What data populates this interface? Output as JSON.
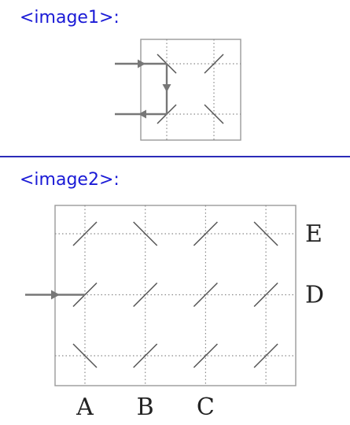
{
  "panels": {
    "first": {
      "label": "<image1>:",
      "grid": {
        "rows": 2,
        "cols": 2
      },
      "mirrors": [
        {
          "row": 0,
          "col": 0,
          "orientation": "backslash"
        },
        {
          "row": 0,
          "col": 1,
          "orientation": "slash"
        },
        {
          "row": 1,
          "col": 0,
          "orientation": "slash"
        },
        {
          "row": 1,
          "col": 1,
          "orientation": "backslash"
        }
      ],
      "beam": {
        "entry": "left",
        "entry_row": 0,
        "exit": "left",
        "exit_row": 1
      }
    },
    "second": {
      "label": "<image2>:",
      "grid": {
        "rows": 3,
        "cols": 4
      },
      "mirrors": [
        {
          "row": 0,
          "col": 0,
          "orientation": "slash"
        },
        {
          "row": 0,
          "col": 1,
          "orientation": "backslash"
        },
        {
          "row": 0,
          "col": 2,
          "orientation": "slash"
        },
        {
          "row": 0,
          "col": 3,
          "orientation": "backslash"
        },
        {
          "row": 1,
          "col": 0,
          "orientation": "slash"
        },
        {
          "row": 1,
          "col": 1,
          "orientation": "slash"
        },
        {
          "row": 1,
          "col": 2,
          "orientation": "slash"
        },
        {
          "row": 1,
          "col": 3,
          "orientation": "slash"
        },
        {
          "row": 2,
          "col": 0,
          "orientation": "backslash"
        },
        {
          "row": 2,
          "col": 1,
          "orientation": "slash"
        },
        {
          "row": 2,
          "col": 2,
          "orientation": "slash"
        },
        {
          "row": 2,
          "col": 3,
          "orientation": "slash"
        }
      ],
      "beam": {
        "entry": "left",
        "entry_row": 1
      },
      "column_labels": [
        "A",
        "B",
        "C"
      ],
      "row_labels": [
        "E",
        "D"
      ]
    }
  }
}
